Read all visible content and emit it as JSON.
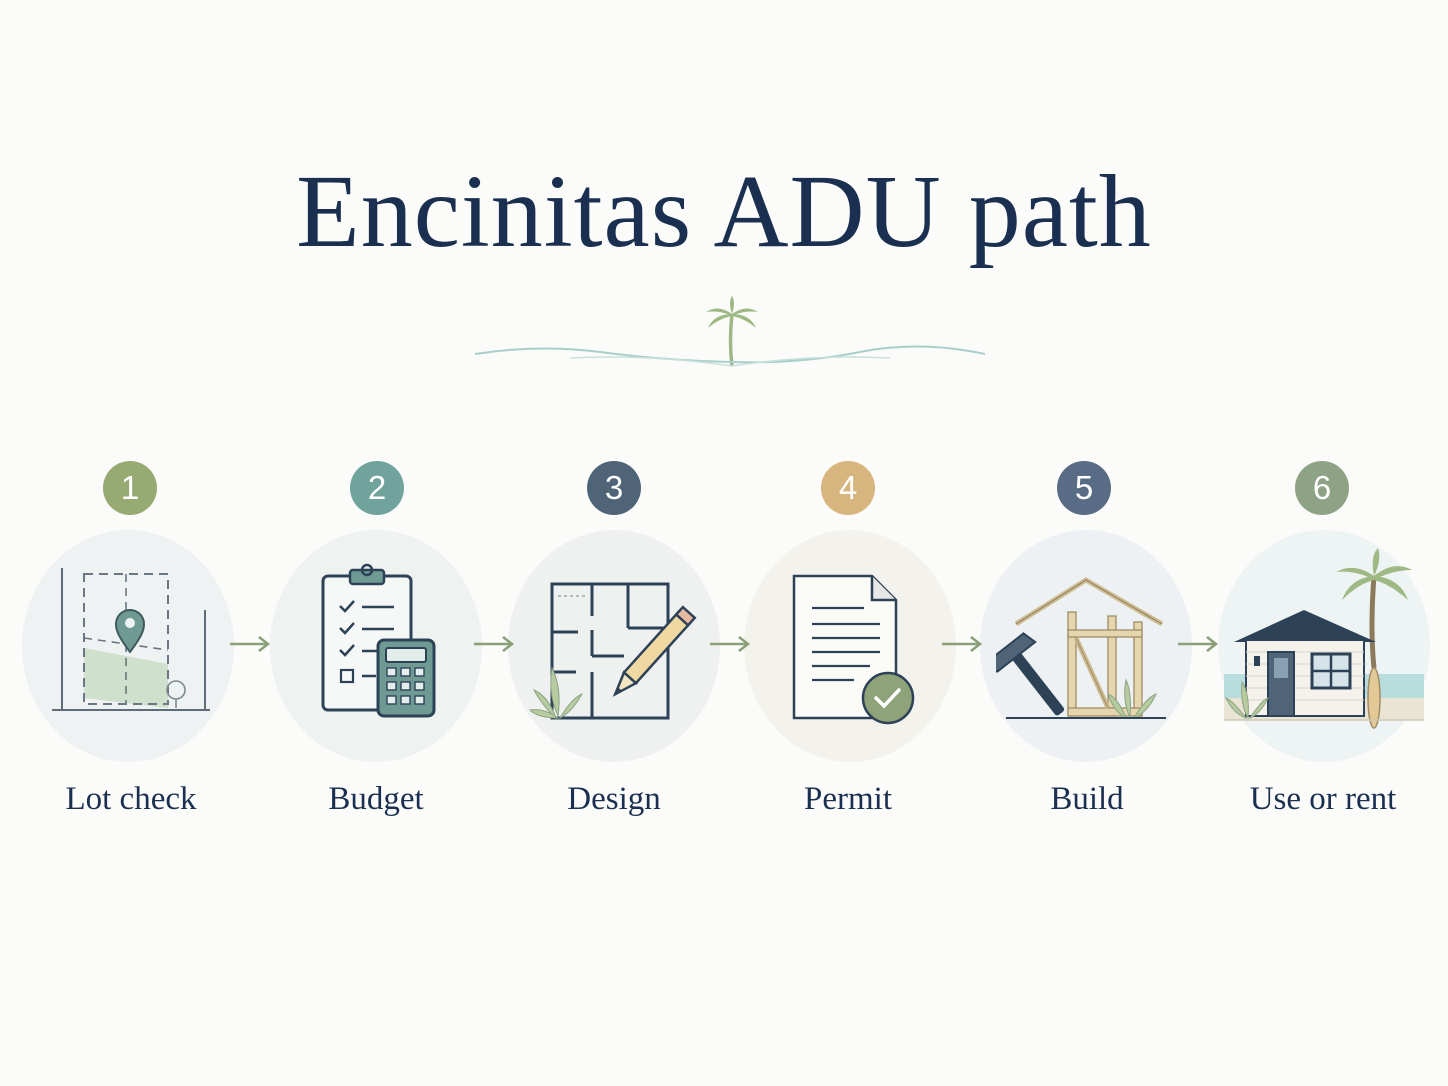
{
  "title": "Encinitas ADU path",
  "steps": [
    {
      "number": "1",
      "label": "Lot check",
      "color": "#97aa72"
    },
    {
      "number": "2",
      "label": "Budget",
      "color": "#6fa39b"
    },
    {
      "number": "3",
      "label": "Design",
      "color": "#4f6477"
    },
    {
      "number": "4",
      "label": "Permit",
      "color": "#d7b57e"
    },
    {
      "number": "5",
      "label": "Build",
      "color": "#586d85"
    },
    {
      "number": "6",
      "label": "Use or rent",
      "color": "#8ea386"
    }
  ],
  "icons": [
    "map-pin-lot-icon",
    "clipboard-calculator-icon",
    "floor-plan-pencil-icon",
    "document-check-icon",
    "house-frame-hammer-icon",
    "beach-house-palm-icon"
  ],
  "colors": {
    "title": "#1b3050",
    "navy": "#2d4256",
    "arrow": "#8a9e78",
    "wave": "#a9cfcb",
    "palm": "#9fb985",
    "background": "#fbfbf9"
  }
}
